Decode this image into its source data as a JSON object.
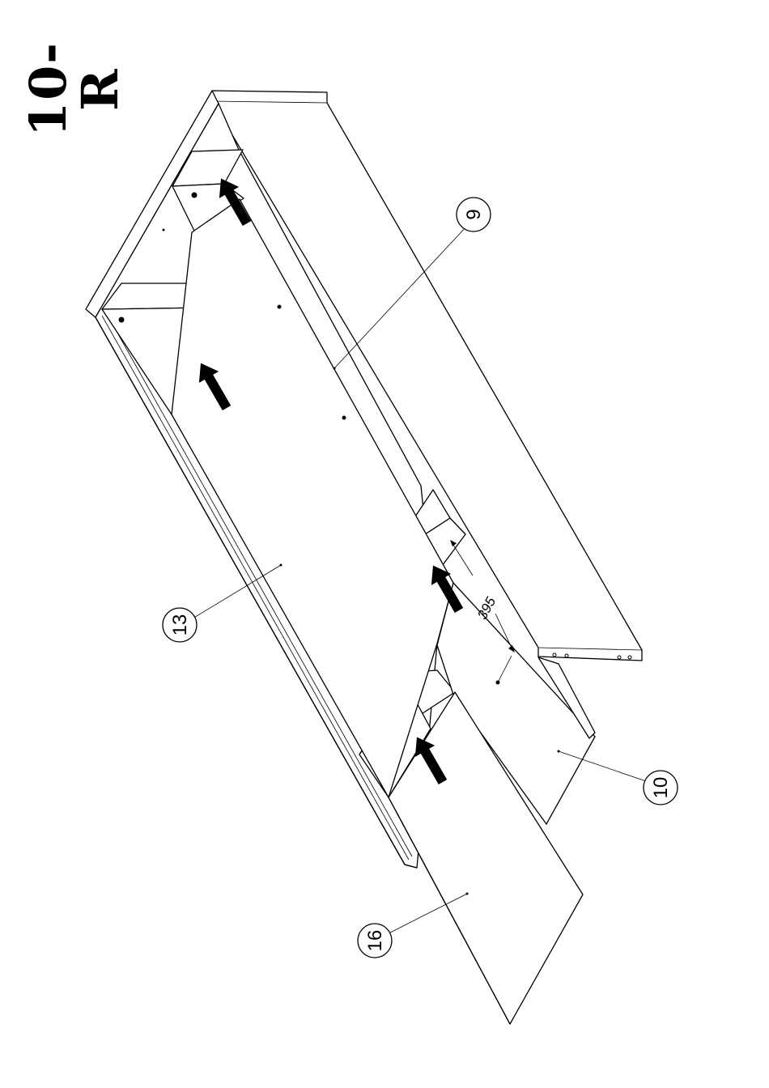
{
  "step": {
    "label": "10-R"
  },
  "parts": [
    {
      "id": "p9",
      "number": "9"
    },
    {
      "id": "p10",
      "number": "10"
    },
    {
      "id": "p13",
      "number": "13"
    },
    {
      "id": "p16",
      "number": "16"
    }
  ],
  "dimension": {
    "value": "395"
  }
}
